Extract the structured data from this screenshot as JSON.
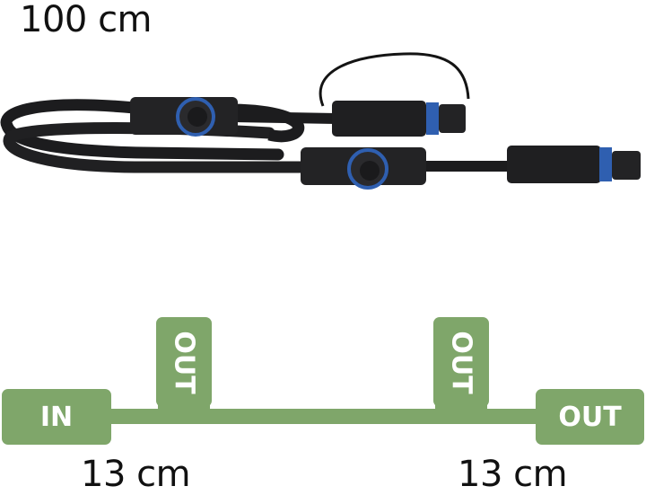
{
  "lengths": {
    "total": "100 cm",
    "left_segment": "13 cm",
    "right_segment": "13 cm"
  },
  "diagram": {
    "input_label": "IN",
    "branch_1_label": "OUT",
    "branch_2_label": "OUT",
    "output_label": "OUT"
  },
  "colors": {
    "diagram_green": "#7fa66a",
    "cable_black": "#1c1c1e",
    "connector_blue": "#2f5fb0"
  },
  "icons": {
    "cable_photo": "cable-splitter-photo"
  }
}
